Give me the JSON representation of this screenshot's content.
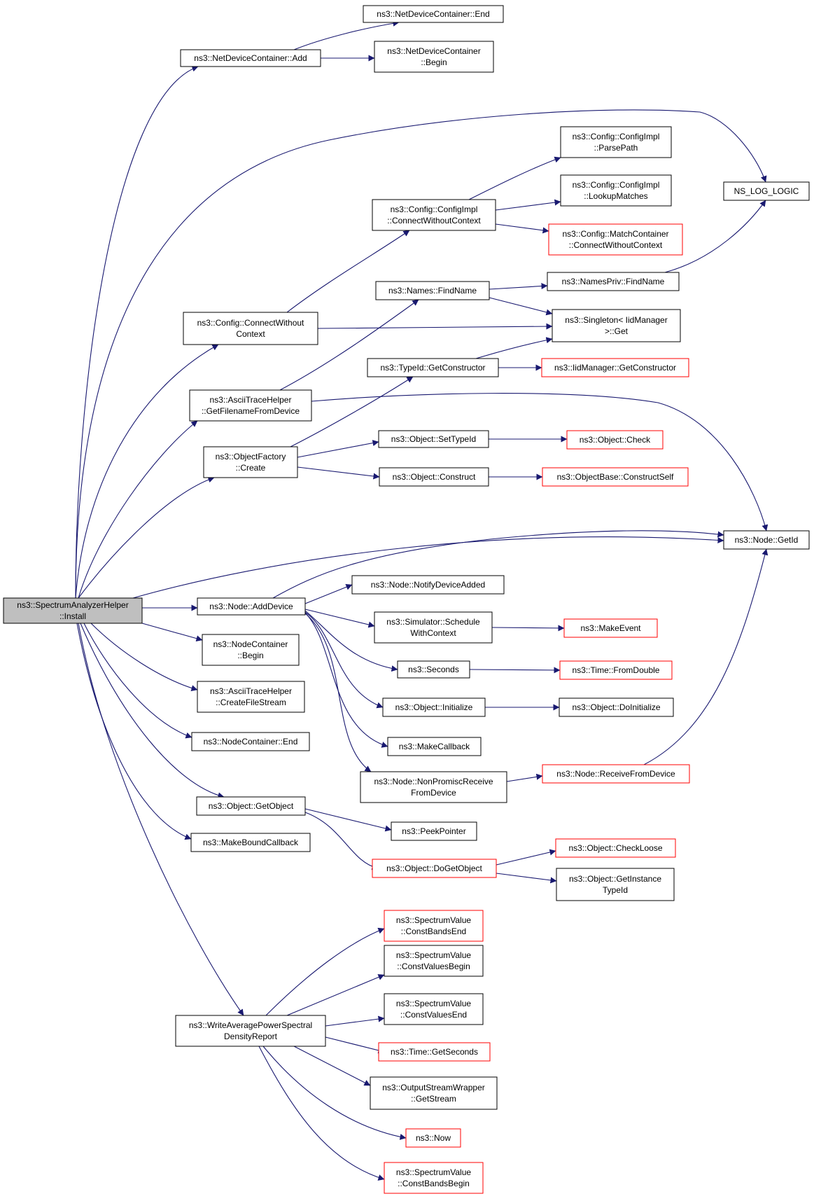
{
  "graph": {
    "edge_color": "#191970",
    "root_fill": "#bfbfbf",
    "truncated_border_color": "#ff0000",
    "nodes": [
      {
        "id": "root",
        "lines": [
          "ns3::SpectrumAnalyzerHelper",
          "::Install"
        ],
        "style": "root"
      },
      {
        "id": "ndc_add",
        "lines": [
          "ns3::NetDeviceContainer::Add"
        ],
        "style": "normal"
      },
      {
        "id": "ndc_end",
        "lines": [
          "ns3::NetDeviceContainer::End"
        ],
        "style": "normal"
      },
      {
        "id": "ndc_begin",
        "lines": [
          "ns3::NetDeviceContainer",
          "::Begin"
        ],
        "style": "normal"
      },
      {
        "id": "ns_log",
        "lines": [
          "NS_LOG_LOGIC"
        ],
        "style": "normal"
      },
      {
        "id": "parsepath",
        "lines": [
          "ns3::Config::ConfigImpl",
          "::ParsePath"
        ],
        "style": "normal"
      },
      {
        "id": "lookup",
        "lines": [
          "ns3::Config::ConfigImpl",
          "::LookupMatches"
        ],
        "style": "normal"
      },
      {
        "id": "cfgimpl_cwc",
        "lines": [
          "ns3::Config::ConfigImpl",
          "::ConnectWithoutContext"
        ],
        "style": "normal"
      },
      {
        "id": "match_cwc",
        "lines": [
          "ns3::Config::MatchContainer",
          "::ConnectWithoutContext"
        ],
        "style": "red"
      },
      {
        "id": "names_find",
        "lines": [
          "ns3::Names::FindName"
        ],
        "style": "normal"
      },
      {
        "id": "namespriv",
        "lines": [
          "ns3::NamesPriv::FindName"
        ],
        "style": "normal"
      },
      {
        "id": "cfg_cwc",
        "lines": [
          "ns3::Config::ConnectWithout",
          "Context"
        ],
        "style": "normal"
      },
      {
        "id": "singleton",
        "lines": [
          "ns3::Singleton< IidManager",
          ">::Get"
        ],
        "style": "normal"
      },
      {
        "id": "typeid_gc",
        "lines": [
          "ns3::TypeId::GetConstructor"
        ],
        "style": "normal"
      },
      {
        "id": "iid_gc",
        "lines": [
          "ns3::IidManager::GetConstructor"
        ],
        "style": "red"
      },
      {
        "id": "ascii_fn",
        "lines": [
          "ns3::AsciiTraceHelper",
          "::GetFilenameFromDevice"
        ],
        "style": "normal"
      },
      {
        "id": "obj_settid",
        "lines": [
          "ns3::Object::SetTypeId"
        ],
        "style": "normal"
      },
      {
        "id": "obj_check",
        "lines": [
          "ns3::Object::Check"
        ],
        "style": "red"
      },
      {
        "id": "objfactory",
        "lines": [
          "ns3::ObjectFactory",
          "::Create"
        ],
        "style": "normal"
      },
      {
        "id": "obj_construct",
        "lines": [
          "ns3::Object::Construct"
        ],
        "style": "normal"
      },
      {
        "id": "objbase_cs",
        "lines": [
          "ns3::ObjectBase::ConstructSelf"
        ],
        "style": "red"
      },
      {
        "id": "node_getid",
        "lines": [
          "ns3::Node::GetId"
        ],
        "style": "normal"
      },
      {
        "id": "node_adddev",
        "lines": [
          "ns3::Node::AddDevice"
        ],
        "style": "normal"
      },
      {
        "id": "node_notify",
        "lines": [
          "ns3::Node::NotifyDeviceAdded"
        ],
        "style": "normal"
      },
      {
        "id": "sim_sched",
        "lines": [
          "ns3::Simulator::Schedule",
          "WithContext"
        ],
        "style": "normal"
      },
      {
        "id": "makeevent",
        "lines": [
          "ns3::MakeEvent"
        ],
        "style": "red"
      },
      {
        "id": "nc_begin",
        "lines": [
          "ns3::NodeContainer",
          "::Begin"
        ],
        "style": "normal"
      },
      {
        "id": "seconds",
        "lines": [
          "ns3::Seconds"
        ],
        "style": "normal"
      },
      {
        "id": "time_fd",
        "lines": [
          "ns3::Time::FromDouble"
        ],
        "style": "red"
      },
      {
        "id": "ascii_cfs",
        "lines": [
          "ns3::AsciiTraceHelper",
          "::CreateFileStream"
        ],
        "style": "normal"
      },
      {
        "id": "obj_init",
        "lines": [
          "ns3::Object::Initialize"
        ],
        "style": "normal"
      },
      {
        "id": "obj_doinit",
        "lines": [
          "ns3::Object::DoInitialize"
        ],
        "style": "normal"
      },
      {
        "id": "nc_end",
        "lines": [
          "ns3::NodeContainer::End"
        ],
        "style": "normal"
      },
      {
        "id": "makecallback",
        "lines": [
          "ns3::MakeCallback"
        ],
        "style": "normal"
      },
      {
        "id": "node_rfd",
        "lines": [
          "ns3::Node::ReceiveFromDevice"
        ],
        "style": "red"
      },
      {
        "id": "node_nprfd",
        "lines": [
          "ns3::Node::NonPromiscReceive",
          "FromDevice"
        ],
        "style": "normal"
      },
      {
        "id": "obj_getobj",
        "lines": [
          "ns3::Object::GetObject"
        ],
        "style": "normal"
      },
      {
        "id": "peekpointer",
        "lines": [
          "ns3::PeekPointer"
        ],
        "style": "normal"
      },
      {
        "id": "makebound",
        "lines": [
          "ns3::MakeBoundCallback"
        ],
        "style": "normal"
      },
      {
        "id": "obj_checkloose",
        "lines": [
          "ns3::Object::CheckLoose"
        ],
        "style": "red"
      },
      {
        "id": "obj_dogetobj",
        "lines": [
          "ns3::Object::DoGetObject"
        ],
        "style": "red"
      },
      {
        "id": "obj_getinst",
        "lines": [
          "ns3::Object::GetInstance",
          "TypeId"
        ],
        "style": "normal"
      },
      {
        "id": "sv_cbe",
        "lines": [
          "ns3::SpectrumValue",
          "::ConstBandsEnd"
        ],
        "style": "red"
      },
      {
        "id": "sv_cvb",
        "lines": [
          "ns3::SpectrumValue",
          "::ConstValuesBegin"
        ],
        "style": "normal"
      },
      {
        "id": "sv_cve",
        "lines": [
          "ns3::SpectrumValue",
          "::ConstValuesEnd"
        ],
        "style": "normal"
      },
      {
        "id": "write_apsd",
        "lines": [
          "ns3::WriteAveragePowerSpectral",
          "DensityReport"
        ],
        "style": "normal"
      },
      {
        "id": "time_gs",
        "lines": [
          "ns3::Time::GetSeconds"
        ],
        "style": "red"
      },
      {
        "id": "osw_gs",
        "lines": [
          "ns3::OutputStreamWrapper",
          "::GetStream"
        ],
        "style": "normal"
      },
      {
        "id": "now",
        "lines": [
          "ns3::Now"
        ],
        "style": "red"
      },
      {
        "id": "sv_cbb",
        "lines": [
          "ns3::SpectrumValue",
          "::ConstBandsBegin"
        ],
        "style": "red"
      }
    ],
    "edges": [
      [
        "root",
        "ndc_add"
      ],
      [
        "ndc_add",
        "ndc_end"
      ],
      [
        "ndc_add",
        "ndc_begin"
      ],
      [
        "root",
        "ns_log"
      ],
      [
        "root",
        "cfg_cwc"
      ],
      [
        "cfg_cwc",
        "cfgimpl_cwc"
      ],
      [
        "cfg_cwc",
        "singleton"
      ],
      [
        "cfgimpl_cwc",
        "parsepath"
      ],
      [
        "cfgimpl_cwc",
        "lookup"
      ],
      [
        "cfgimpl_cwc",
        "match_cwc"
      ],
      [
        "root",
        "ascii_fn"
      ],
      [
        "ascii_fn",
        "names_find"
      ],
      [
        "ascii_fn",
        "node_getid"
      ],
      [
        "names_find",
        "namespriv"
      ],
      [
        "names_find",
        "singleton"
      ],
      [
        "namespriv",
        "ns_log"
      ],
      [
        "root",
        "objfactory"
      ],
      [
        "objfactory",
        "typeid_gc"
      ],
      [
        "objfactory",
        "obj_settid"
      ],
      [
        "objfactory",
        "obj_construct"
      ],
      [
        "typeid_gc",
        "singleton"
      ],
      [
        "typeid_gc",
        "iid_gc"
      ],
      [
        "obj_settid",
        "obj_check"
      ],
      [
        "obj_construct",
        "objbase_cs"
      ],
      [
        "root",
        "node_getid"
      ],
      [
        "root",
        "node_adddev"
      ],
      [
        "node_adddev",
        "node_getid"
      ],
      [
        "node_adddev",
        "node_notify"
      ],
      [
        "node_adddev",
        "sim_sched"
      ],
      [
        "node_adddev",
        "seconds"
      ],
      [
        "node_adddev",
        "obj_init"
      ],
      [
        "node_adddev",
        "makecallback"
      ],
      [
        "node_adddev",
        "node_nprfd"
      ],
      [
        "sim_sched",
        "makeevent"
      ],
      [
        "seconds",
        "time_fd"
      ],
      [
        "obj_init",
        "obj_doinit"
      ],
      [
        "node_nprfd",
        "node_rfd"
      ],
      [
        "node_rfd",
        "node_getid"
      ],
      [
        "root",
        "nc_begin"
      ],
      [
        "root",
        "ascii_cfs"
      ],
      [
        "root",
        "nc_end"
      ],
      [
        "root",
        "obj_getobj"
      ],
      [
        "obj_getobj",
        "peekpointer"
      ],
      [
        "obj_getobj",
        "obj_dogetobj"
      ],
      [
        "obj_dogetobj",
        "obj_checkloose"
      ],
      [
        "obj_dogetobj",
        "obj_getinst"
      ],
      [
        "root",
        "makebound"
      ],
      [
        "root",
        "write_apsd"
      ],
      [
        "write_apsd",
        "sv_cbe"
      ],
      [
        "write_apsd",
        "sv_cvb"
      ],
      [
        "write_apsd",
        "sv_cve"
      ],
      [
        "write_apsd",
        "time_gs"
      ],
      [
        "write_apsd",
        "osw_gs"
      ],
      [
        "write_apsd",
        "now"
      ],
      [
        "write_apsd",
        "sv_cbb"
      ]
    ]
  }
}
